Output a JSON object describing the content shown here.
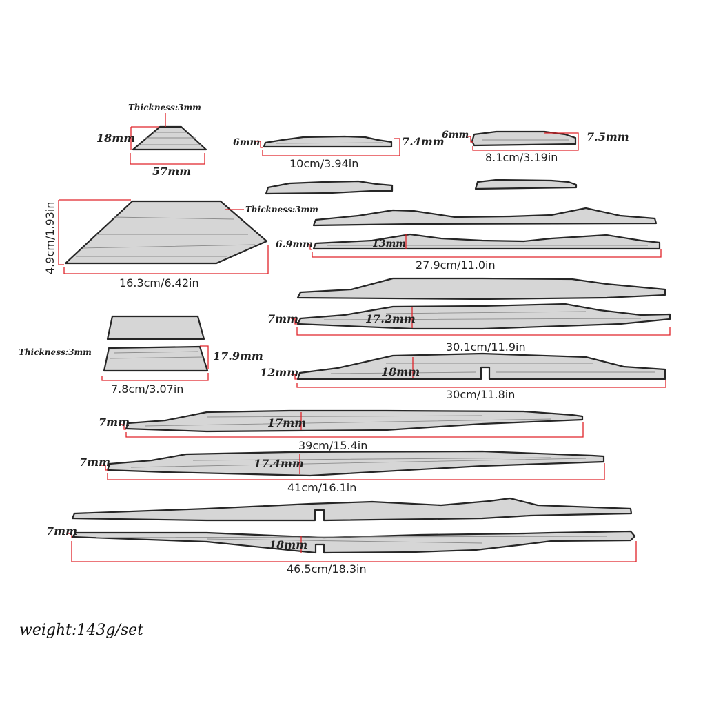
{
  "pieces": {
    "small_trapezoid": {
      "thickness": "Thickness:3mm",
      "height": "18mm",
      "width": "57mm"
    },
    "strip_10cm": {
      "left_thickness": "6mm",
      "right_thickness": "7.4mm",
      "length": "10cm/3.94in"
    },
    "strip_8cm": {
      "left_thickness": "6mm",
      "right_thickness": "7.5mm",
      "length": "8.1cm/3.19in"
    },
    "large_trapezoid": {
      "height": "4.9cm/1.93in",
      "thickness": "Thickness:3mm",
      "width": "16.3cm/6.42in"
    },
    "strip_27cm": {
      "left_thickness": "6.9mm",
      "height": "13mm",
      "length": "27.9cm/11.0in"
    },
    "strip_30_1cm": {
      "left_thickness": "7mm",
      "height": "17.2mm",
      "length": "30.1cm/11.9in"
    },
    "mid_trapezoid": {
      "thickness": "Thickness:3mm",
      "height": "17.9mm",
      "width": "7.8cm/3.07in"
    },
    "strip_30cm": {
      "left_thickness": "12mm",
      "height": "18mm",
      "length": "30cm/11.8in"
    },
    "strip_39cm": {
      "left_thickness": "7mm",
      "height": "17mm",
      "length": "39cm/15.4in"
    },
    "strip_41cm": {
      "left_thickness": "7mm",
      "height": "17.4mm",
      "length": "41cm/16.1in"
    },
    "strip_46cm": {
      "left_thickness": "7mm",
      "height": "18mm",
      "length": "46.5cm/18.3in"
    }
  },
  "weight": "weight:143g/set",
  "colors": {
    "dimension_line": "#e0242a",
    "part_fill": "#d6d6d6",
    "part_outline": "#262626"
  }
}
